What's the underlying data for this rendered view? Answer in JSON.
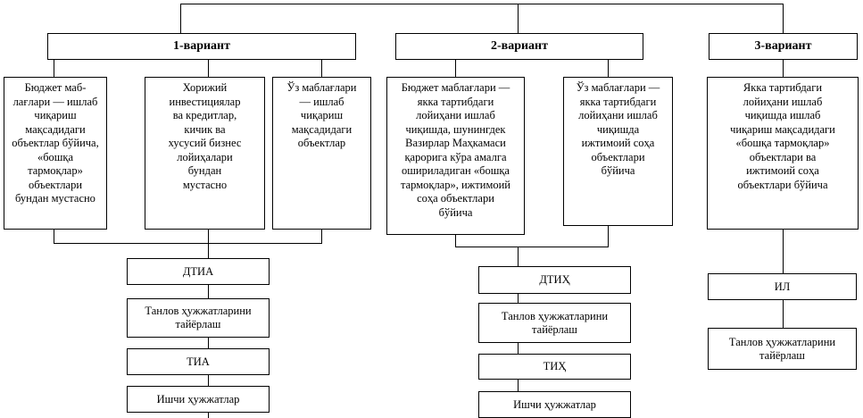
{
  "variants": [
    {
      "label": "1-вариант"
    },
    {
      "label": "2-вариант"
    },
    {
      "label": "3-вариант"
    }
  ],
  "sources": [
    "Бюджет маб-\nлағлари — ишлаб\nчиқариш\nмақсадидаги\nобъектлар бўйича,\n«бошқа\nтармоқлар»\nобъектлари\nбундан мустасно",
    "Хорижий\nинвестициялар\nва кредитлар,\nкичик ва\nхусусий бизнес\nлойиҳалари\nбундан\nмустасно",
    "Ўз маблағлари\n— ишлаб\nчиқариш\nмақсадидаги\nобъектлар",
    "Бюджет маблағлари —\nякка тартибдаги\nлойиҳани ишлаб\nчиқишда, шунингдек\nВазирлар Маҳкамаси\nқарорига  кўра амалга\nошириладиган  «бошқа\nтармоқлар», ижтимоий\nсоҳа объектлари\nбўйича",
    "Ўз маблағлари —\nякка тартибдаги\nлойиҳани ишлаб\nчиқишда\nижтимоий соҳа\nобъектлари\nбўйича",
    "Якка тартибдаги\nлойиҳани ишлаб\nчиқишда  ишлаб\nчиқариш мақсадидаги\n«бошқа тармоқлар»\nобъектлари ва\nижтимоий соҳа\nобъектлари бўйича"
  ],
  "chains": [
    {
      "steps": [
        "ДТИА",
        "Танлов ҳужжатларини\nтайёрлаш",
        "ТИА",
        "Ишчи ҳужжатлар"
      ]
    },
    {
      "steps": [
        "ДТИҲ",
        "Танлов ҳужжатларини\nтайёрлаш",
        "ТИҲ",
        "Ишчи ҳужжатлар"
      ]
    },
    {
      "steps": [
        "ИЛ",
        "Танлов ҳужжатларини\nтайёрлаш"
      ]
    }
  ]
}
